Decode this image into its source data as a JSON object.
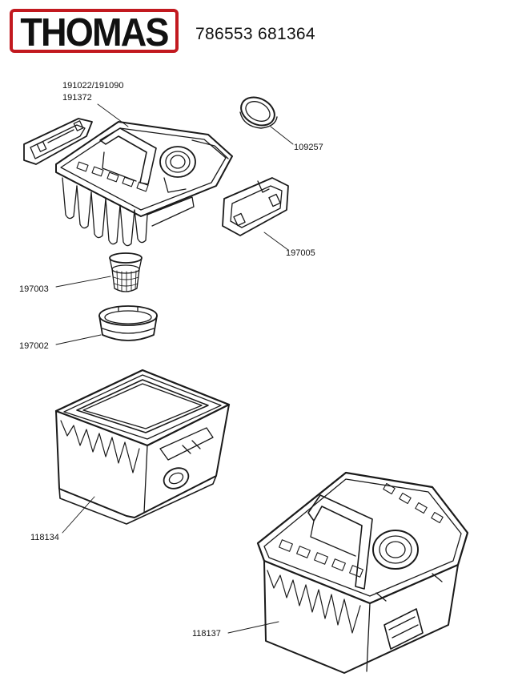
{
  "header": {
    "brand_logo": "THOMAS",
    "document_numbers": "786553 681364",
    "brand_color": "#c2191f"
  },
  "parts": [
    {
      "id": "lid",
      "lines": [
        "191022/191090",
        "191372"
      ]
    },
    {
      "id": "seal-ring",
      "lines": [
        "109257"
      ]
    },
    {
      "id": "latch",
      "lines": [
        "197005"
      ]
    },
    {
      "id": "sieve-filter",
      "lines": [
        "197003"
      ]
    },
    {
      "id": "filter-ring",
      "lines": [
        "197002"
      ]
    },
    {
      "id": "container",
      "lines": [
        "118134"
      ]
    },
    {
      "id": "complete-unit",
      "lines": [
        "118137"
      ]
    }
  ]
}
